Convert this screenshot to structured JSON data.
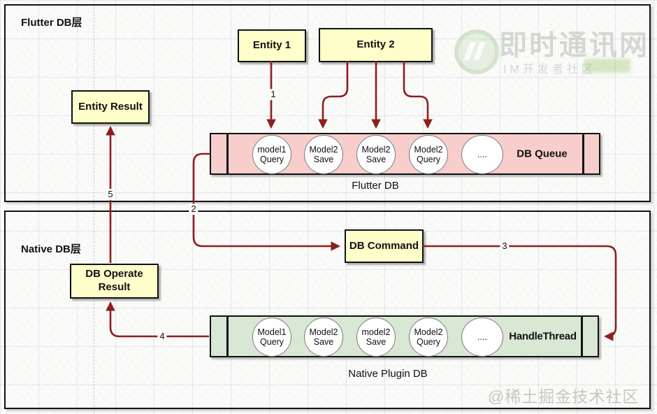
{
  "panels": {
    "flutter": {
      "label": "Flutter DB层"
    },
    "native": {
      "label": "Native DB层"
    }
  },
  "boxes": {
    "entity1": "Entity 1",
    "entity2": "Entity 2",
    "entity_result": "Entity Result",
    "db_command": "DB Command",
    "db_operate_result": "DB Operate Result"
  },
  "flutter_queue": {
    "name": "DB Queue",
    "caption": "Flutter DB",
    "items": [
      {
        "line1": "model1",
        "line2": "Query"
      },
      {
        "line1": "Model2",
        "line2": "Save"
      },
      {
        "line1": "Model2",
        "line2": "Save"
      },
      {
        "line1": "Model2",
        "line2": "Query"
      },
      {
        "line1": "....",
        "line2": ""
      }
    ]
  },
  "native_queue": {
    "name": "HandleThread",
    "caption": "Native Plugin DB",
    "items": [
      {
        "line1": "Model1",
        "line2": "Query"
      },
      {
        "line1": "Model2",
        "line2": "Save"
      },
      {
        "line1": "model2",
        "line2": "Save"
      },
      {
        "line1": "Model2",
        "line2": "Query"
      },
      {
        "line1": "....",
        "line2": ""
      }
    ]
  },
  "edge_labels": {
    "e1": "1",
    "e2": "2",
    "e3": "3",
    "e4": "4",
    "e5": "5"
  },
  "watermarks": {
    "top": {
      "title": "即时通讯网",
      "subtitle": "IM开发者社区"
    },
    "bottom": "@稀土掘金技术社区"
  },
  "colors": {
    "arrow": "#8e1f1f",
    "queue_pink": "#f8cecc",
    "queue_green": "#d9e7d5",
    "node_yellow": "#ffffcc"
  }
}
